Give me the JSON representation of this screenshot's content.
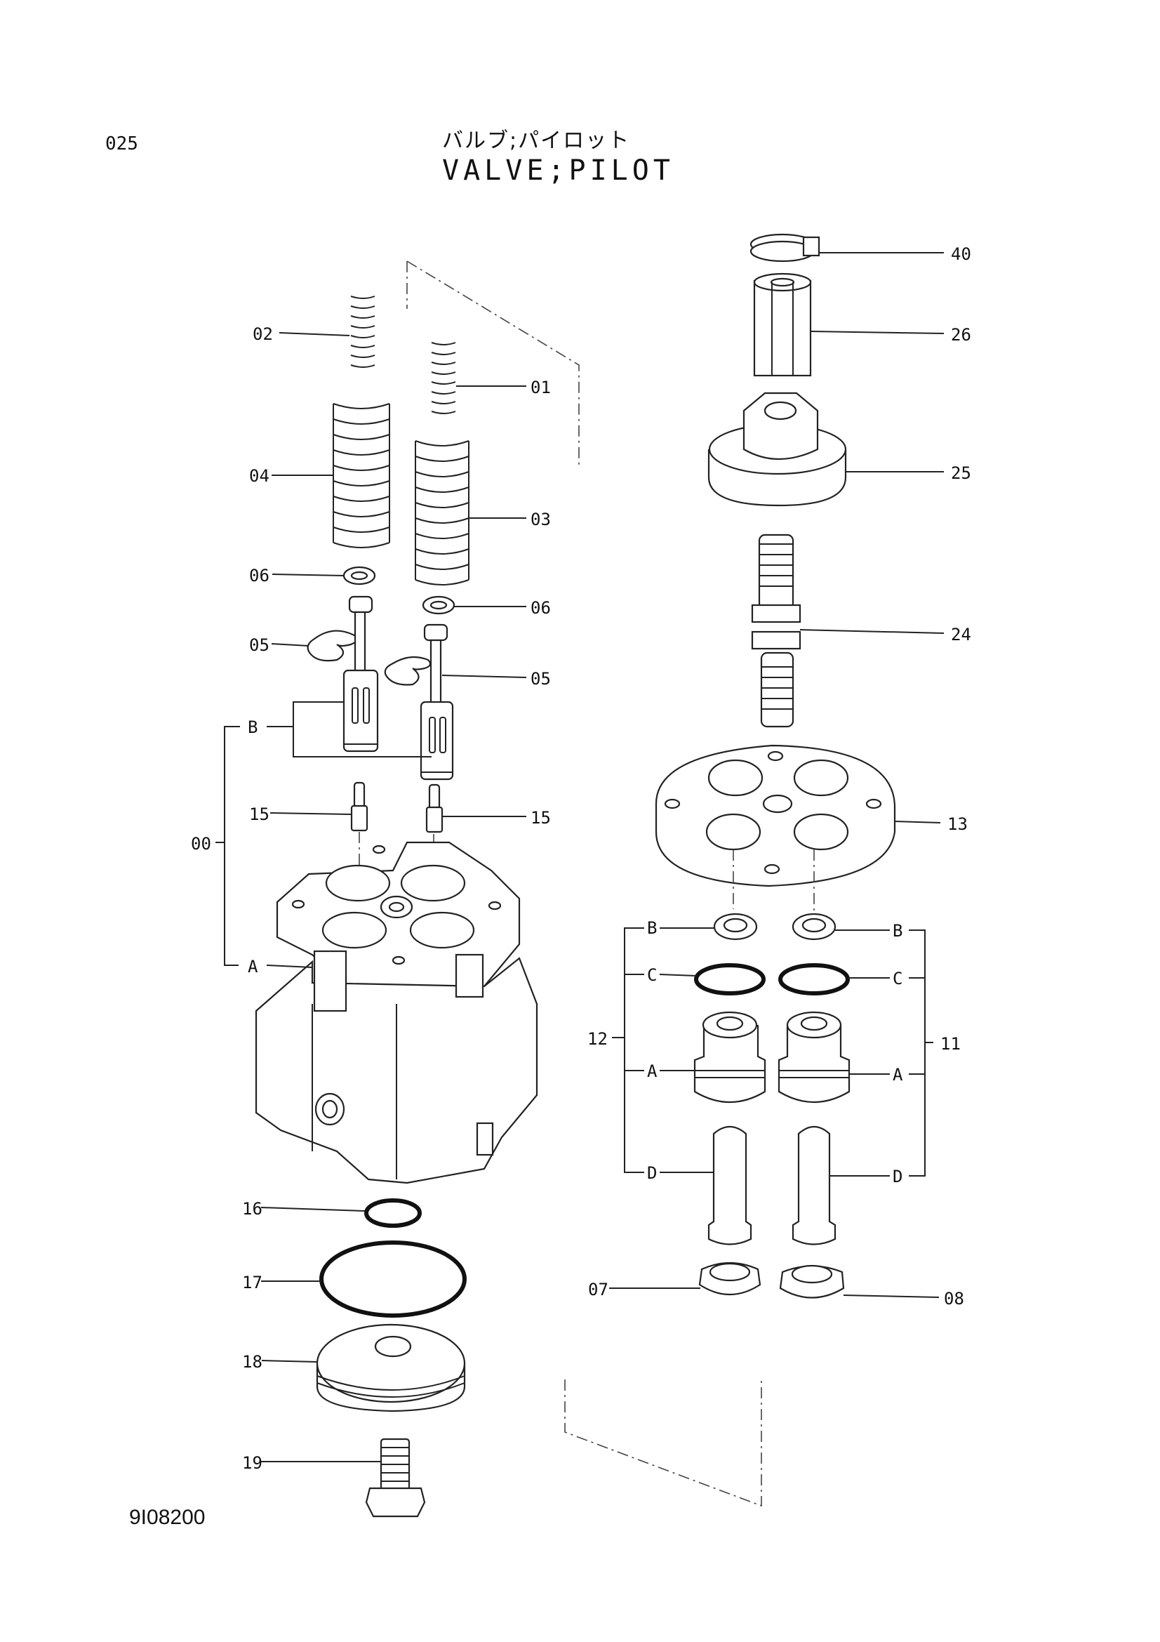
{
  "header": {
    "page_number": "025",
    "title_japanese": "バルブ;パイロット",
    "title_english": "VALVE;PILOT"
  },
  "footer": {
    "drawing_code": "9I08200"
  },
  "callouts": {
    "c40": "40",
    "c26": "26",
    "c25": "25",
    "c24": "24",
    "c13": "13",
    "c02": "02",
    "c01": "01",
    "c04": "04",
    "c03": "03",
    "c06a": "06",
    "c06b": "06",
    "c05a": "05",
    "c05b": "05",
    "c15a": "15",
    "c15b": "15",
    "c00": "00",
    "cBl": "B",
    "cAl": "A",
    "c16": "16",
    "c17": "17",
    "c18": "18",
    "c19": "19",
    "c12": "12",
    "c11": "11",
    "cB1": "B",
    "cC1": "C",
    "cA1": "A",
    "cD1": "D",
    "cB2": "B",
    "cC2": "C",
    "cA2": "A",
    "cD2": "D",
    "c07": "07",
    "c08": "08"
  }
}
